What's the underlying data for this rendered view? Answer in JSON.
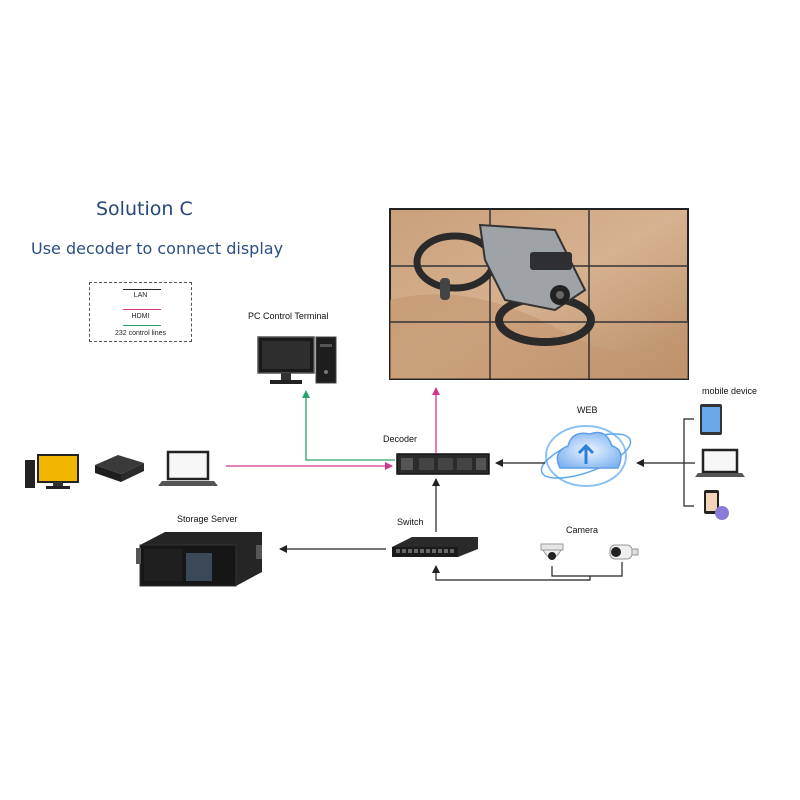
{
  "heading": {
    "title": "Solution C",
    "subtitle": "Use decoder to connect display"
  },
  "legend": {
    "lan": "LAN",
    "hdmi": "HDMI",
    "control": "232 control lines"
  },
  "labels": {
    "pc_control": "PC Control Terminal",
    "decoder": "Decoder",
    "web": "WEB",
    "mobile": "mobile device",
    "switch": "Switch",
    "camera": "Camera",
    "storage": "Storage Server"
  },
  "colors": {
    "lan": "#222222",
    "hdmi": "#d2378f",
    "control": "#2aa36a",
    "title": "#25487a"
  },
  "icons": [
    "desktop-pc-icon",
    "tv-box-icon",
    "laptop-icon",
    "pc-tower-icon",
    "video-wall-icon",
    "decoder-icon",
    "cloud-icon",
    "tablet-icon",
    "smartphone-icon",
    "switch-icon",
    "dome-camera-icon",
    "bullet-camera-icon",
    "server-icon"
  ]
}
